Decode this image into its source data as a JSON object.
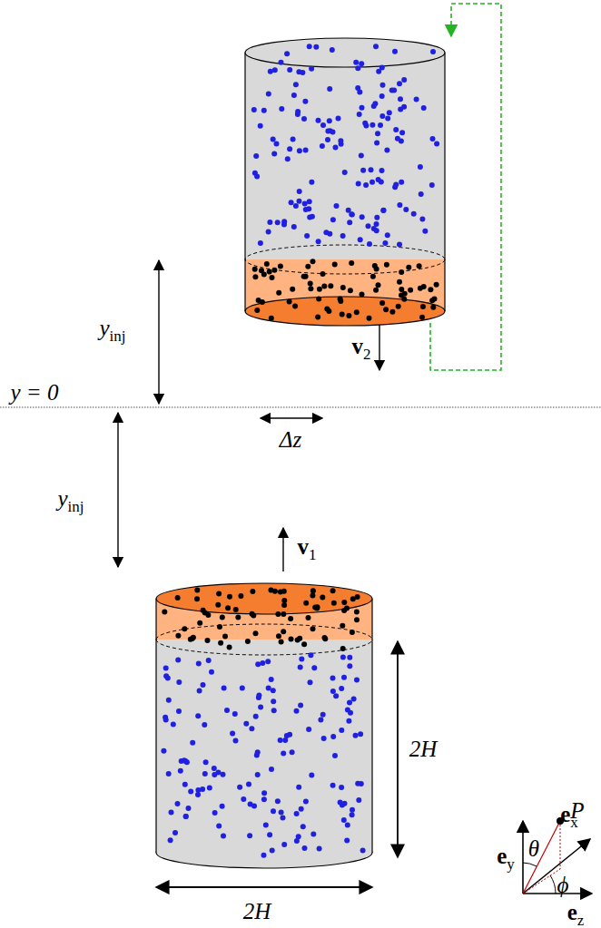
{
  "diagram": {
    "labels": [
      "y = 0",
      "yinj",
      "yinj",
      "Δz",
      "v2",
      "v1",
      "2H",
      "2H",
      "P",
      "ey",
      "ex",
      "ez",
      "θ",
      "ϕ"
    ]
  }
}
